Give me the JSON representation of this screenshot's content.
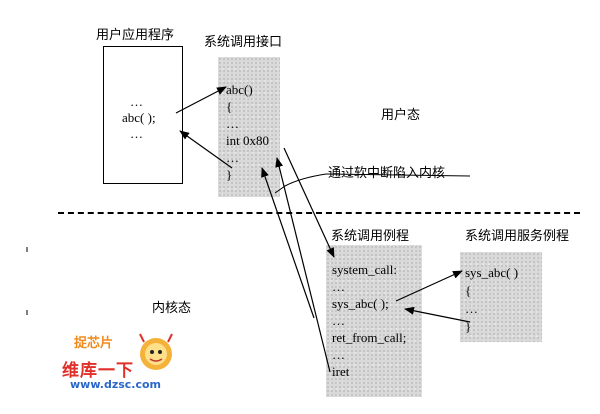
{
  "labels": {
    "user_app": "用户应用程序",
    "syscall_interface": "系统调用接口",
    "user_mode": "用户态",
    "trap_note": "通过软中断陷入内核",
    "syscall_routine": "系统调用例程",
    "service_routine": "系统调用服务例程",
    "kernel_mode": "内核态"
  },
  "user_app_code": [
    "…",
    "abc( );",
    "…"
  ],
  "interface_code": [
    "abc()",
    "{",
    "…",
    "int 0x80",
    "…",
    "}"
  ],
  "routine_code": [
    "system_call:",
    "…",
    "sys_abc( );",
    "…",
    "ret_from_call;",
    "…",
    "iret"
  ],
  "service_code": [
    "sys_abc( )",
    "{",
    "…",
    "}"
  ],
  "watermark": {
    "logo_text": "捉芯片",
    "title": "维库一下",
    "url": "www.dzsc.com"
  },
  "colors": {
    "shade": "#d9d9d9",
    "watermark_red": "#e0302a",
    "watermark_blue": "#2a66c9"
  }
}
